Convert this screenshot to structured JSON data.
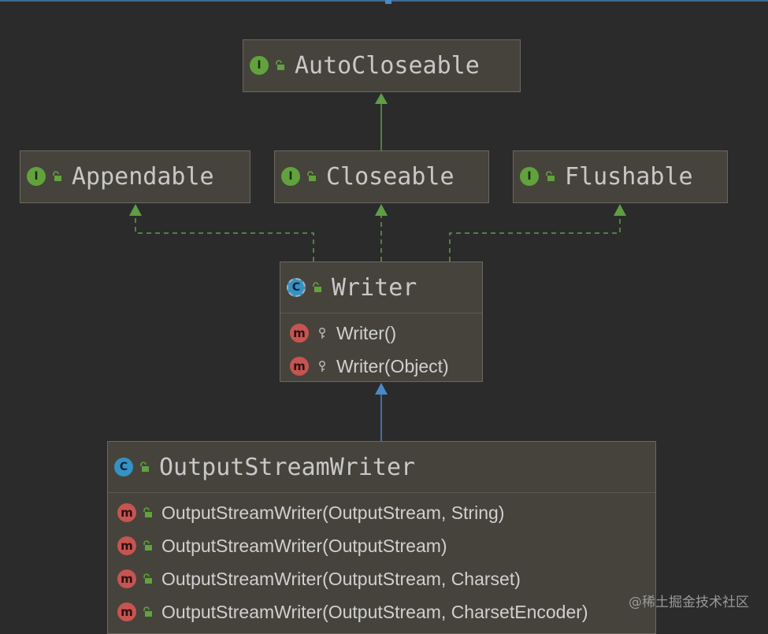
{
  "diagram": {
    "nodes": {
      "autocloseable": {
        "kind": "interface",
        "badge": "I",
        "name": "AutoCloseable"
      },
      "appendable": {
        "kind": "interface",
        "badge": "I",
        "name": "Appendable"
      },
      "closeable": {
        "kind": "interface",
        "badge": "I",
        "name": "Closeable"
      },
      "flushable": {
        "kind": "interface",
        "badge": "I",
        "name": "Flushable"
      },
      "writer": {
        "kind": "abstract-class",
        "badge": "C",
        "name": "Writer",
        "members": [
          {
            "badge": "m",
            "visibility": "protected",
            "signature": "Writer()"
          },
          {
            "badge": "m",
            "visibility": "protected",
            "signature": "Writer(Object)"
          }
        ]
      },
      "outputstreamwriter": {
        "kind": "class",
        "badge": "C",
        "name": "OutputStreamWriter",
        "members": [
          {
            "badge": "m",
            "visibility": "public",
            "signature": "OutputStreamWriter(OutputStream, String)"
          },
          {
            "badge": "m",
            "visibility": "public",
            "signature": "OutputStreamWriter(OutputStream)"
          },
          {
            "badge": "m",
            "visibility": "public",
            "signature": "OutputStreamWriter(OutputStream, Charset)"
          },
          {
            "badge": "m",
            "visibility": "public",
            "signature": "OutputStreamWriter(OutputStream, CharsetEncoder)"
          }
        ]
      }
    },
    "edges": [
      {
        "from": "closeable",
        "to": "autocloseable",
        "type": "extends"
      },
      {
        "from": "writer",
        "to": "appendable",
        "type": "implements"
      },
      {
        "from": "writer",
        "to": "closeable",
        "type": "implements"
      },
      {
        "from": "writer",
        "to": "flushable",
        "type": "implements"
      },
      {
        "from": "outputstreamwriter",
        "to": "writer",
        "type": "extends"
      }
    ],
    "colors": {
      "background": "#2b2b2b",
      "node_fill": "#45433c",
      "interface_arrow": "#5f9e45",
      "class_arrow": "#4a88c7",
      "interface_badge": "#62a23c",
      "class_badge": "#3592c4",
      "method_badge": "#c75450"
    }
  },
  "watermark": "@稀土掘金技术社区"
}
